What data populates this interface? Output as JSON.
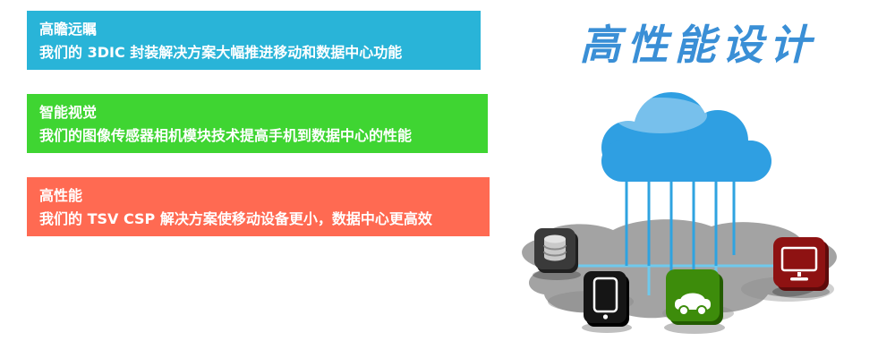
{
  "headline": {
    "text": "高性能设计",
    "color": "#3a8fd6"
  },
  "banners": [
    {
      "title": "高瞻远瞩",
      "description": "我们的 3DIC 封装解决方案大幅推进移动和数据中心功能",
      "color": "#29b4d8"
    },
    {
      "title": "智能视觉",
      "description": "我们的图像传感器相机模块技术提高手机到数据中心的性能",
      "color": "#3fd532"
    },
    {
      "title": "高性能",
      "description": "我们的 TSV CSP 解决方案使移动设备更小，数据中心更高效",
      "color": "#ff6a52"
    }
  ],
  "illustration": {
    "cloud_icon": "cloud-icon",
    "cloud_color": "#2f9fe2",
    "ground_color": "#a3a3a3",
    "connector_color": "#2fa3e0",
    "trace_color": "#6fc9ec",
    "icons": [
      {
        "name": "database-icon",
        "tile_color": "#3a3a3a"
      },
      {
        "name": "tablet-icon",
        "tile_color": "#151515"
      },
      {
        "name": "car-icon",
        "tile_color": "#3d8c0b"
      },
      {
        "name": "monitor-icon",
        "tile_color": "#8e1212"
      }
    ]
  }
}
